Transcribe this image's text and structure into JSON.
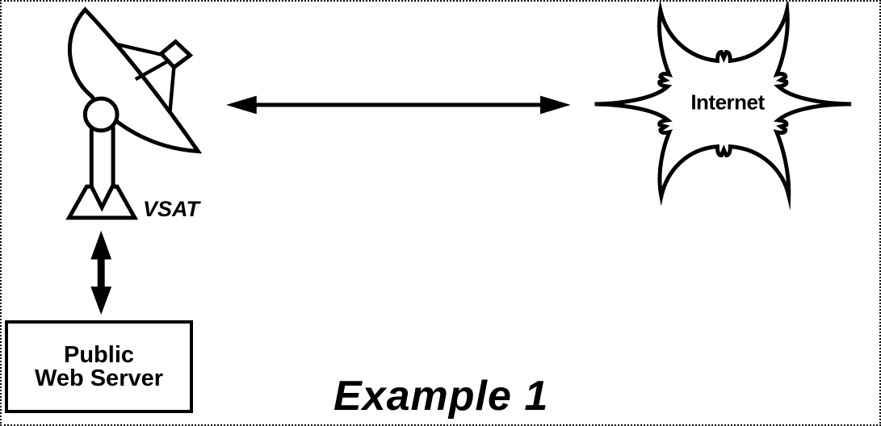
{
  "diagram": {
    "caption": "Example 1",
    "nodes": [
      {
        "id": "vsat",
        "type": "satellite-dish-icon",
        "label": "VSAT"
      },
      {
        "id": "internet",
        "type": "cloud-burst",
        "label": "Internet"
      },
      {
        "id": "web-server",
        "type": "rectangle",
        "label": "Public Web Server",
        "label_lines": [
          "Public",
          "Web Server"
        ]
      }
    ],
    "links": [
      {
        "from": "vsat",
        "to": "internet",
        "direction": "bidirectional",
        "shape": "horizontal-double-arrow"
      },
      {
        "from": "vsat",
        "to": "web-server",
        "direction": "bidirectional",
        "shape": "vertical-double-arrow"
      }
    ],
    "colors": {
      "ink": "#000000",
      "background": "#ffffff"
    },
    "frame": {
      "border_style": "dotted"
    }
  }
}
